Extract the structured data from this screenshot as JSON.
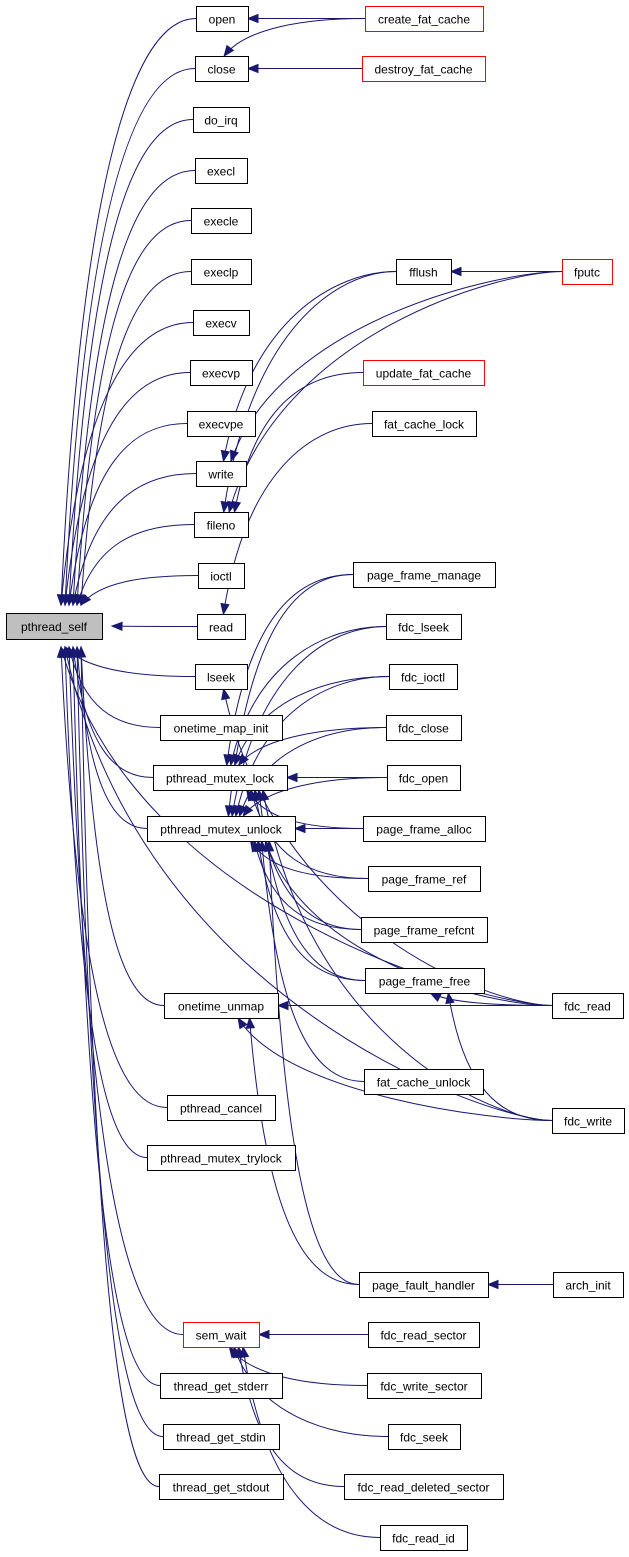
{
  "graph": {
    "title": "pthread_self caller graph",
    "edge_color": "#191970",
    "root": "pthread_self",
    "nodes": [
      {
        "id": "pthread_self",
        "label": "pthread_self",
        "style": "root"
      },
      {
        "id": "open",
        "label": "open",
        "style": "normal"
      },
      {
        "id": "close",
        "label": "close",
        "style": "normal"
      },
      {
        "id": "do_irq",
        "label": "do_irq",
        "style": "normal"
      },
      {
        "id": "execl",
        "label": "execl",
        "style": "normal"
      },
      {
        "id": "execle",
        "label": "execle",
        "style": "normal"
      },
      {
        "id": "execlp",
        "label": "execlp",
        "style": "normal"
      },
      {
        "id": "execv",
        "label": "execv",
        "style": "normal"
      },
      {
        "id": "execvp",
        "label": "execvp",
        "style": "normal"
      },
      {
        "id": "execvpe",
        "label": "execvpe",
        "style": "normal"
      },
      {
        "id": "write",
        "label": "write",
        "style": "normal"
      },
      {
        "id": "fileno",
        "label": "fileno",
        "style": "normal"
      },
      {
        "id": "ioctl",
        "label": "ioctl",
        "style": "normal"
      },
      {
        "id": "read",
        "label": "read",
        "style": "normal"
      },
      {
        "id": "lseek",
        "label": "lseek",
        "style": "normal"
      },
      {
        "id": "onetime_map_init",
        "label": "onetime_map_init",
        "style": "normal"
      },
      {
        "id": "pthread_mutex_lock",
        "label": "pthread_mutex_lock",
        "style": "normal"
      },
      {
        "id": "pthread_mutex_unlock",
        "label": "pthread_mutex_unlock",
        "style": "normal"
      },
      {
        "id": "onetime_unmap",
        "label": "onetime_unmap",
        "style": "normal"
      },
      {
        "id": "pthread_cancel",
        "label": "pthread_cancel",
        "style": "normal"
      },
      {
        "id": "pthread_mutex_trylock",
        "label": "pthread_mutex_trylock",
        "style": "normal"
      },
      {
        "id": "sem_wait",
        "label": "sem_wait",
        "style": "red"
      },
      {
        "id": "thread_get_stderr",
        "label": "thread_get_stderr",
        "style": "normal"
      },
      {
        "id": "thread_get_stdin",
        "label": "thread_get_stdin",
        "style": "normal"
      },
      {
        "id": "thread_get_stdout",
        "label": "thread_get_stdout",
        "style": "normal"
      },
      {
        "id": "create_fat_cache",
        "label": "create_fat_cache",
        "style": "red"
      },
      {
        "id": "destroy_fat_cache",
        "label": "destroy_fat_cache",
        "style": "red"
      },
      {
        "id": "fflush",
        "label": "fflush",
        "style": "normal"
      },
      {
        "id": "fputc",
        "label": "fputc",
        "style": "red"
      },
      {
        "id": "update_fat_cache",
        "label": "update_fat_cache",
        "style": "red"
      },
      {
        "id": "fat_cache_lock",
        "label": "fat_cache_lock",
        "style": "normal"
      },
      {
        "id": "page_frame_manage",
        "label": "page_frame_manage",
        "style": "normal"
      },
      {
        "id": "fdc_lseek",
        "label": "fdc_lseek",
        "style": "normal"
      },
      {
        "id": "fdc_ioctl",
        "label": "fdc_ioctl",
        "style": "normal"
      },
      {
        "id": "fdc_close",
        "label": "fdc_close",
        "style": "normal"
      },
      {
        "id": "fdc_open",
        "label": "fdc_open",
        "style": "normal"
      },
      {
        "id": "page_frame_alloc",
        "label": "page_frame_alloc",
        "style": "normal"
      },
      {
        "id": "page_frame_ref",
        "label": "page_frame_ref",
        "style": "normal"
      },
      {
        "id": "page_frame_refcnt",
        "label": "page_frame_refcnt",
        "style": "normal"
      },
      {
        "id": "page_frame_free",
        "label": "page_frame_free",
        "style": "normal"
      },
      {
        "id": "fat_cache_unlock",
        "label": "fat_cache_unlock",
        "style": "normal"
      },
      {
        "id": "fdc_read",
        "label": "fdc_read",
        "style": "normal"
      },
      {
        "id": "fdc_write",
        "label": "fdc_write",
        "style": "normal"
      },
      {
        "id": "page_fault_handler",
        "label": "page_fault_handler",
        "style": "normal"
      },
      {
        "id": "arch_init",
        "label": "arch_init",
        "style": "normal"
      },
      {
        "id": "fdc_read_sector",
        "label": "fdc_read_sector",
        "style": "normal"
      },
      {
        "id": "fdc_write_sector",
        "label": "fdc_write_sector",
        "style": "normal"
      },
      {
        "id": "fdc_seek",
        "label": "fdc_seek",
        "style": "normal"
      },
      {
        "id": "fdc_read_deleted_sector",
        "label": "fdc_read_deleted_sector",
        "style": "normal"
      },
      {
        "id": "fdc_read_id",
        "label": "fdc_read_id",
        "style": "normal"
      }
    ],
    "edges": [
      {
        "from": "open",
        "to": "pthread_self"
      },
      {
        "from": "close",
        "to": "pthread_self"
      },
      {
        "from": "do_irq",
        "to": "pthread_self"
      },
      {
        "from": "execl",
        "to": "pthread_self"
      },
      {
        "from": "execle",
        "to": "pthread_self"
      },
      {
        "from": "execlp",
        "to": "pthread_self"
      },
      {
        "from": "execv",
        "to": "pthread_self"
      },
      {
        "from": "execvp",
        "to": "pthread_self"
      },
      {
        "from": "execvpe",
        "to": "pthread_self"
      },
      {
        "from": "write",
        "to": "pthread_self"
      },
      {
        "from": "fileno",
        "to": "pthread_self"
      },
      {
        "from": "ioctl",
        "to": "pthread_self"
      },
      {
        "from": "read",
        "to": "pthread_self"
      },
      {
        "from": "lseek",
        "to": "pthread_self"
      },
      {
        "from": "onetime_map_init",
        "to": "pthread_self"
      },
      {
        "from": "pthread_mutex_lock",
        "to": "pthread_self"
      },
      {
        "from": "pthread_mutex_unlock",
        "to": "pthread_self"
      },
      {
        "from": "onetime_unmap",
        "to": "pthread_self"
      },
      {
        "from": "pthread_cancel",
        "to": "pthread_self"
      },
      {
        "from": "pthread_mutex_trylock",
        "to": "pthread_self"
      },
      {
        "from": "sem_wait",
        "to": "pthread_self"
      },
      {
        "from": "thread_get_stderr",
        "to": "pthread_self"
      },
      {
        "from": "thread_get_stdin",
        "to": "pthread_self"
      },
      {
        "from": "thread_get_stdout",
        "to": "pthread_self"
      },
      {
        "from": "fdc_read",
        "to": "pthread_self"
      },
      {
        "from": "fdc_write",
        "to": "pthread_self"
      },
      {
        "from": "create_fat_cache",
        "to": "open"
      },
      {
        "from": "create_fat_cache",
        "to": "close"
      },
      {
        "from": "destroy_fat_cache",
        "to": "close"
      },
      {
        "from": "fflush",
        "to": "write"
      },
      {
        "from": "fputc",
        "to": "fflush"
      },
      {
        "from": "fputc",
        "to": "write"
      },
      {
        "from": "fflush",
        "to": "fileno"
      },
      {
        "from": "fputc",
        "to": "fileno"
      },
      {
        "from": "update_fat_cache",
        "to": "fileno"
      },
      {
        "from": "fat_cache_lock",
        "to": "read"
      },
      {
        "from": "fdc_read",
        "to": "lseek"
      },
      {
        "from": "page_frame_manage",
        "to": "pthread_mutex_lock"
      },
      {
        "from": "fdc_lseek",
        "to": "pthread_mutex_lock"
      },
      {
        "from": "fdc_ioctl",
        "to": "pthread_mutex_lock"
      },
      {
        "from": "fdc_close",
        "to": "pthread_mutex_lock"
      },
      {
        "from": "fdc_open",
        "to": "pthread_mutex_lock"
      },
      {
        "from": "page_frame_alloc",
        "to": "pthread_mutex_lock"
      },
      {
        "from": "page_frame_ref",
        "to": "pthread_mutex_lock"
      },
      {
        "from": "page_frame_refcnt",
        "to": "pthread_mutex_lock"
      },
      {
        "from": "page_frame_free",
        "to": "pthread_mutex_lock"
      },
      {
        "from": "fdc_write",
        "to": "pthread_mutex_lock"
      },
      {
        "from": "page_frame_manage",
        "to": "pthread_mutex_unlock"
      },
      {
        "from": "fdc_lseek",
        "to": "pthread_mutex_unlock"
      },
      {
        "from": "fdc_ioctl",
        "to": "pthread_mutex_unlock"
      },
      {
        "from": "fdc_close",
        "to": "pthread_mutex_unlock"
      },
      {
        "from": "fdc_open",
        "to": "pthread_mutex_unlock"
      },
      {
        "from": "page_frame_alloc",
        "to": "pthread_mutex_unlock"
      },
      {
        "from": "page_frame_ref",
        "to": "pthread_mutex_unlock"
      },
      {
        "from": "page_frame_refcnt",
        "to": "pthread_mutex_unlock"
      },
      {
        "from": "page_frame_free",
        "to": "pthread_mutex_unlock"
      },
      {
        "from": "fat_cache_unlock",
        "to": "pthread_mutex_unlock"
      },
      {
        "from": "fdc_read",
        "to": "pthread_mutex_unlock"
      },
      {
        "from": "page_fault_handler",
        "to": "pthread_mutex_unlock"
      },
      {
        "from": "fdc_read",
        "to": "page_frame_free"
      },
      {
        "from": "fdc_write",
        "to": "page_frame_free"
      },
      {
        "from": "fdc_read",
        "to": "onetime_unmap"
      },
      {
        "from": "fdc_write",
        "to": "onetime_unmap"
      },
      {
        "from": "page_fault_handler",
        "to": "onetime_unmap"
      },
      {
        "from": "arch_init",
        "to": "page_fault_handler"
      },
      {
        "from": "fdc_read_sector",
        "to": "sem_wait"
      },
      {
        "from": "fdc_write_sector",
        "to": "sem_wait"
      },
      {
        "from": "fdc_seek",
        "to": "sem_wait"
      },
      {
        "from": "fdc_read_deleted_sector",
        "to": "sem_wait"
      },
      {
        "from": "fdc_read_id",
        "to": "sem_wait"
      }
    ]
  }
}
